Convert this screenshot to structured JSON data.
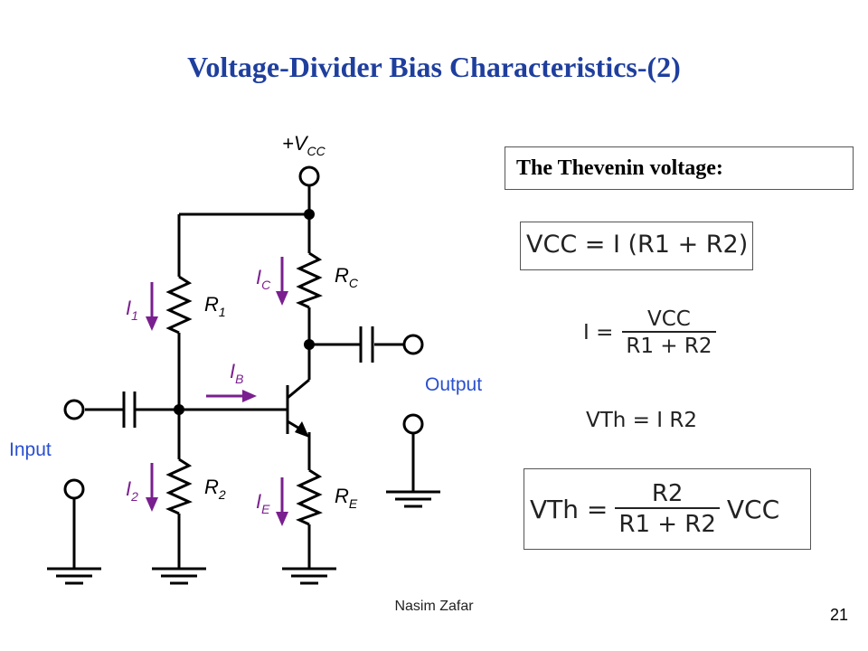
{
  "title": "Voltage-Divider Bias Characteristics-(2)",
  "circuit": {
    "vcc_label_main": "+V",
    "vcc_label_sub": "CC",
    "r1_main": "R",
    "r1_sub": "1",
    "r2_main": "R",
    "r2_sub": "2",
    "rc_main": "R",
    "rc_sub": "C",
    "re_main": "R",
    "re_sub": "E",
    "i1_main": "I",
    "i1_sub": "1",
    "i2_main": "I",
    "i2_sub": "2",
    "ic_main": "I",
    "ic_sub": "C",
    "ie_main": "I",
    "ie_sub": "E",
    "ib_main": "I",
    "ib_sub": "B",
    "input_label": "Input",
    "output_label": "Output"
  },
  "right_panel": {
    "heading": "The Thevenin voltage:",
    "eq1": "VCC = I (R1 + R2)",
    "eq2_lhs": "I =",
    "eq2_num": "VCC",
    "eq2_den": "R1 + R2",
    "eq3": "VTh = I R2",
    "eq4_lhs": "VTh =",
    "eq4_num": "R2",
    "eq4_den": "R1 + R2",
    "eq4_rhs": "VCC"
  },
  "footer": {
    "author": "Nasim Zafar",
    "page_number": "21"
  },
  "colors": {
    "title": "#1f3f9e",
    "current_arrows": "#7a1f8f",
    "io_labels": "#2a4fd0"
  }
}
